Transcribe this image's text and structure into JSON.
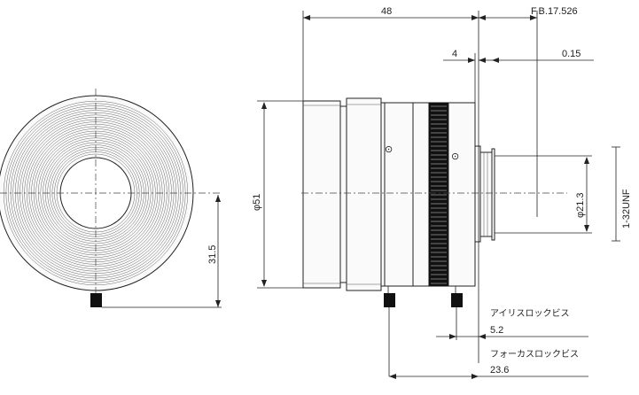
{
  "dimensions": {
    "overall_length": "48",
    "flange_back": "F.B.17.526",
    "offset_4": "4",
    "offset_015": "0.15",
    "diameter_51": "φ51",
    "diameter_213": "φ21.3",
    "thread": "1-32UNF",
    "height_315": "31.5",
    "iris_dist": "5.2",
    "focus_dist": "23.6"
  },
  "labels": {
    "iris_screw": "アイリスロックビス",
    "focus_screw": "フォーカスロックビス"
  },
  "marks": {
    "iris_mark": "⊙",
    "focus_mark": "⊙"
  }
}
